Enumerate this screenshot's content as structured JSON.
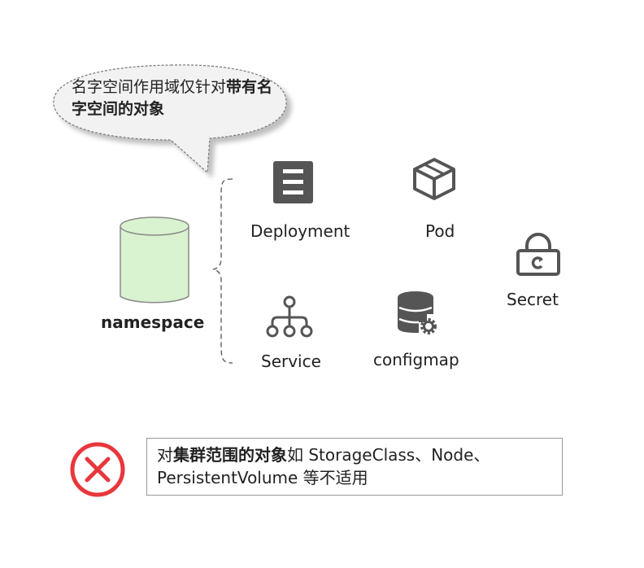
{
  "callout": {
    "text_normal": "名字空间作用域仅针对",
    "text_bold": "带有名字空间的对象"
  },
  "namespace": {
    "label": "namespace"
  },
  "resources": {
    "deployment": "Deployment",
    "pod": "Pod",
    "secret": "Secret",
    "service": "Service",
    "configmap": "configmap"
  },
  "note": {
    "prefix": "对",
    "bold": "集群范围的对象",
    "suffix": "如 StorageClass、Node、PersistentVolume 等不适用"
  },
  "colors": {
    "cylinder_fill": "#d9f2cf",
    "cylinder_stroke": "#8a8a8a",
    "icon_dark": "#555555",
    "error_red": "#e8373c"
  },
  "icons": [
    "speech-bubble-icon",
    "database-cylinder-icon",
    "list-document-icon",
    "cube-icon",
    "lock-icon",
    "network-tree-icon",
    "database-gear-icon",
    "error-x-icon"
  ]
}
